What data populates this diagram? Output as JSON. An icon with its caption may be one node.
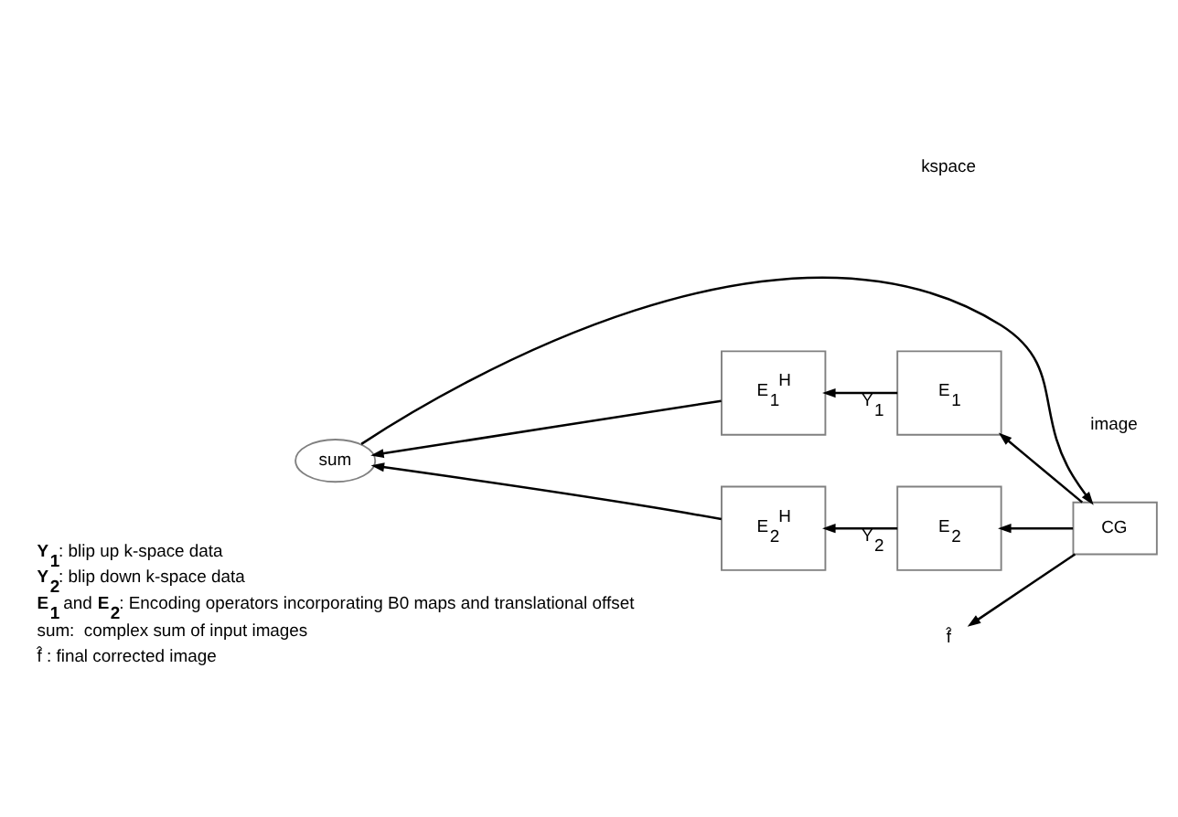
{
  "diagram": {
    "nodes": [
      {
        "text": [
          "E$_{1}$$^{H}$"
        ]
      },
      {
        "text": [
          "E$_{1}$"
        ]
      },
      {
        "text": [
          "sum"
        ]
      },
      {
        "text": [
          "E$_{2}$$^{H}$"
        ]
      },
      {
        "text": [
          "E$_{2}$"
        ]
      },
      {
        "text": [
          "f̂"
        ]
      },
      {
        "text": [
          "CG"
        ]
      }
    ],
    "edges": [
      {
        "from": 1,
        "to": 0,
        "arrow": "to",
        "label": "Y$_{1}$"
      },
      {
        "from": 4,
        "to": 3,
        "arrow": "to",
        "label": "Y$_{2}$"
      },
      {
        "from": 0,
        "to": 2,
        "arrow": "to"
      },
      {
        "from": 3,
        "to": 2,
        "arrow": "to"
      },
      {
        "from": 2,
        "to": 6,
        "arrow": "to"
      },
      {
        "from": 6,
        "to": 1,
        "arrow": "to"
      },
      {
        "from": 6,
        "to": 4,
        "arrow": "to"
      },
      {
        "from": 6,
        "to": 5,
        "arrow": "to"
      }
    ],
    "labels": [
      "kspace",
      "image",
      "**Y$_{1}$**: blip up k-space data",
      "**Y$_{2}$**: blip down k-space data",
      "**E$_{1}$** and **E$_{2}$**: Encoding operators incorporating B0 maps and translational offset",
      "sum:  complex sum of input images",
      "f̂ : final corrected image"
    ]
  }
}
